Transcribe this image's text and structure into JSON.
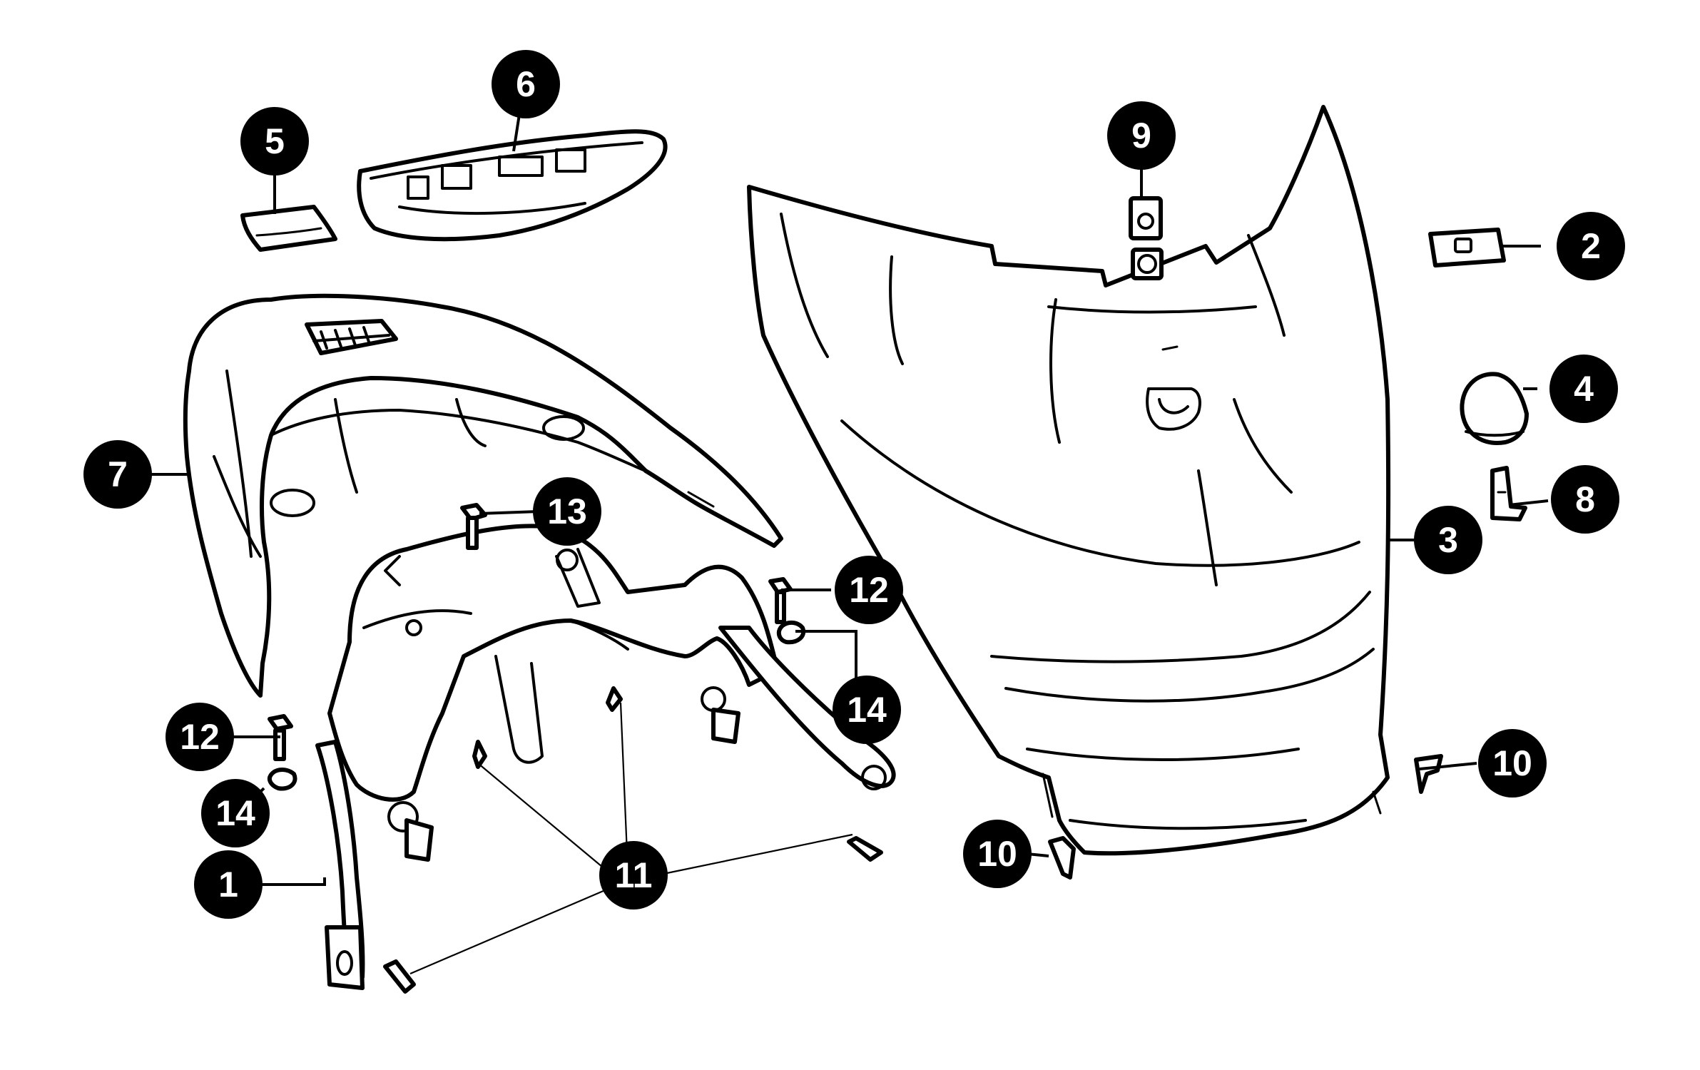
{
  "callouts": [
    {
      "id": "c1",
      "label": "1"
    },
    {
      "id": "c2",
      "label": "2"
    },
    {
      "id": "c3",
      "label": "3"
    },
    {
      "id": "c4",
      "label": "4"
    },
    {
      "id": "c5",
      "label": "5"
    },
    {
      "id": "c6",
      "label": "6"
    },
    {
      "id": "c7",
      "label": "7"
    },
    {
      "id": "c8",
      "label": "8"
    },
    {
      "id": "c9",
      "label": "9"
    },
    {
      "id": "c10a",
      "label": "10"
    },
    {
      "id": "c10b",
      "label": "10"
    },
    {
      "id": "c11",
      "label": "11"
    },
    {
      "id": "c12a",
      "label": "12"
    },
    {
      "id": "c12b",
      "label": "12"
    },
    {
      "id": "c13",
      "label": "13"
    },
    {
      "id": "c14a",
      "label": "14"
    },
    {
      "id": "c14b",
      "label": "14"
    }
  ],
  "colors": {
    "line": "#000000",
    "background": "#ffffff"
  }
}
